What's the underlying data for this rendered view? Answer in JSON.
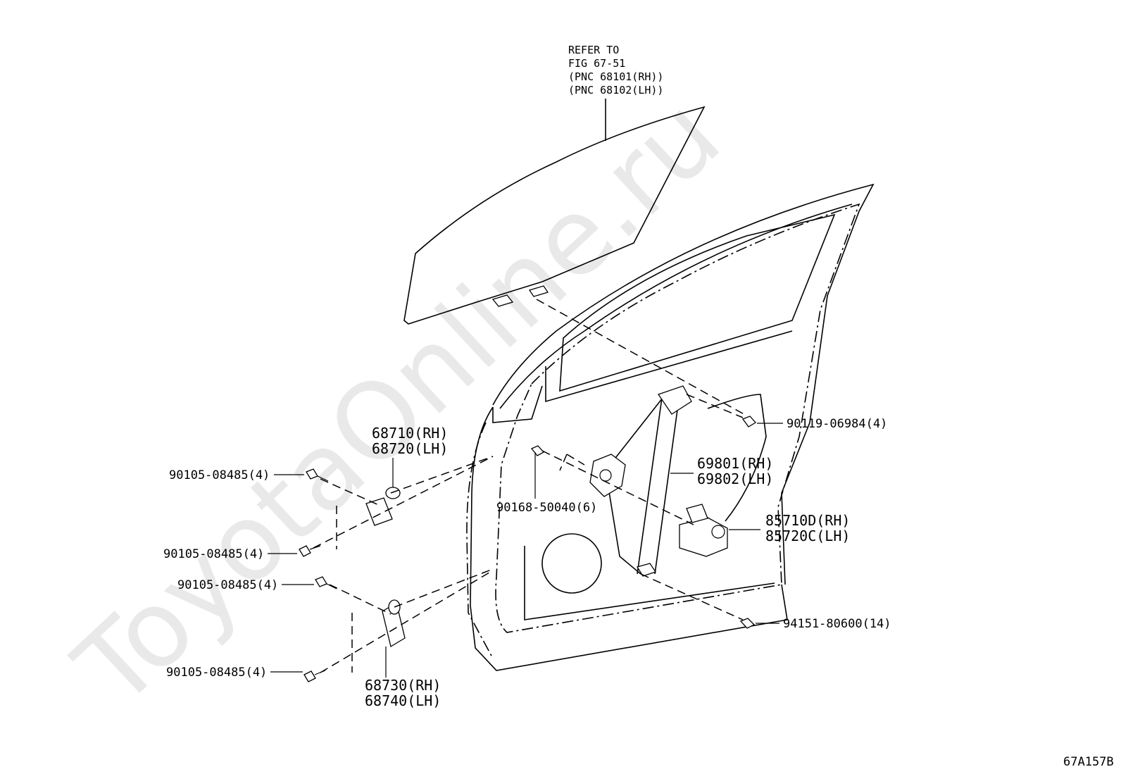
{
  "watermark": "ToyotaOnline.ru",
  "glass_note": [
    "REFER TO",
    "FIG 67-51",
    "(PNC 68101(RH))",
    "(PNC 68102(LH))"
  ],
  "parts": {
    "p68710": [
      "68710(RH)",
      "68720(LH)"
    ],
    "p68730": [
      "68730(RH)",
      "68740(LH)"
    ],
    "p69801": [
      "69801(RH)",
      "69802(LH)"
    ],
    "p85710": [
      "85710D(RH)",
      "85720C(LH)"
    ],
    "bolt_upper_1": "90105-08485(4)",
    "bolt_upper_2": "90105-08485(4)",
    "bolt_lower_1": "90105-08485(4)",
    "bolt_lower_2": "90105-08485(4)",
    "bolt_90119": "90119-06984(4)",
    "clip_90168": "90168-50040(6)",
    "nut_94151": "94151-80600(14)"
  },
  "figure_code": "67A157B"
}
